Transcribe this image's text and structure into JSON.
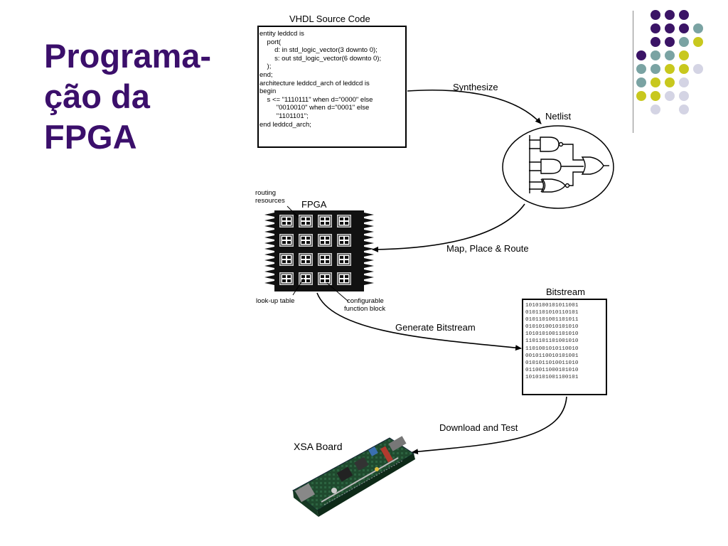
{
  "slide": {
    "title_lines": [
      "Programa-",
      "ção da",
      "FPGA"
    ],
    "colors": {
      "title": "#3b0f6b",
      "purple": "#3b1466",
      "teal": "#7aa3a3",
      "yellow": "#c8c81e",
      "lavender": "#d4d4e4"
    }
  },
  "diagram": {
    "vhdl_title": "VHDL Source Code",
    "vhdl_code": [
      "entity leddcd is",
      "    port(",
      "        d: in std_logic_vector(3 downto 0);",
      "        s: out std_logic_vector(6 downto 0);",
      "    );",
      "end;",
      "",
      "architecture leddcd_arch of leddcd is",
      "begin",
      "    s <= \"1110111\" when d=\"0000\" else",
      "         \"0010010\" when d=\"0001\" else",
      "         \"1101101\";",
      "end leddcd_arch;"
    ],
    "synthesize_label": "Synthesize",
    "netlist_label": "Netlist",
    "map_label": "Map, Place & Route",
    "fpga_label": "FPGA",
    "routing_label": [
      "routing",
      "resources"
    ],
    "lut_label": "look-up table",
    "cfb_label": [
      "configurable",
      "function block"
    ],
    "generate_label": "Generate Bitstream",
    "bitstream_title": "Bitstream",
    "bitstream_lines": [
      "1010100101011001",
      "0101101010110101",
      "0101101001101011",
      "0101010010101010",
      "1010101001101010",
      "1101101101001010",
      "1101001010110010",
      "0010110010101001",
      "0101011010011010",
      "0110011000101010",
      "1010101001100101"
    ],
    "download_label": "Download and Test",
    "board_label": "XSA Board"
  }
}
